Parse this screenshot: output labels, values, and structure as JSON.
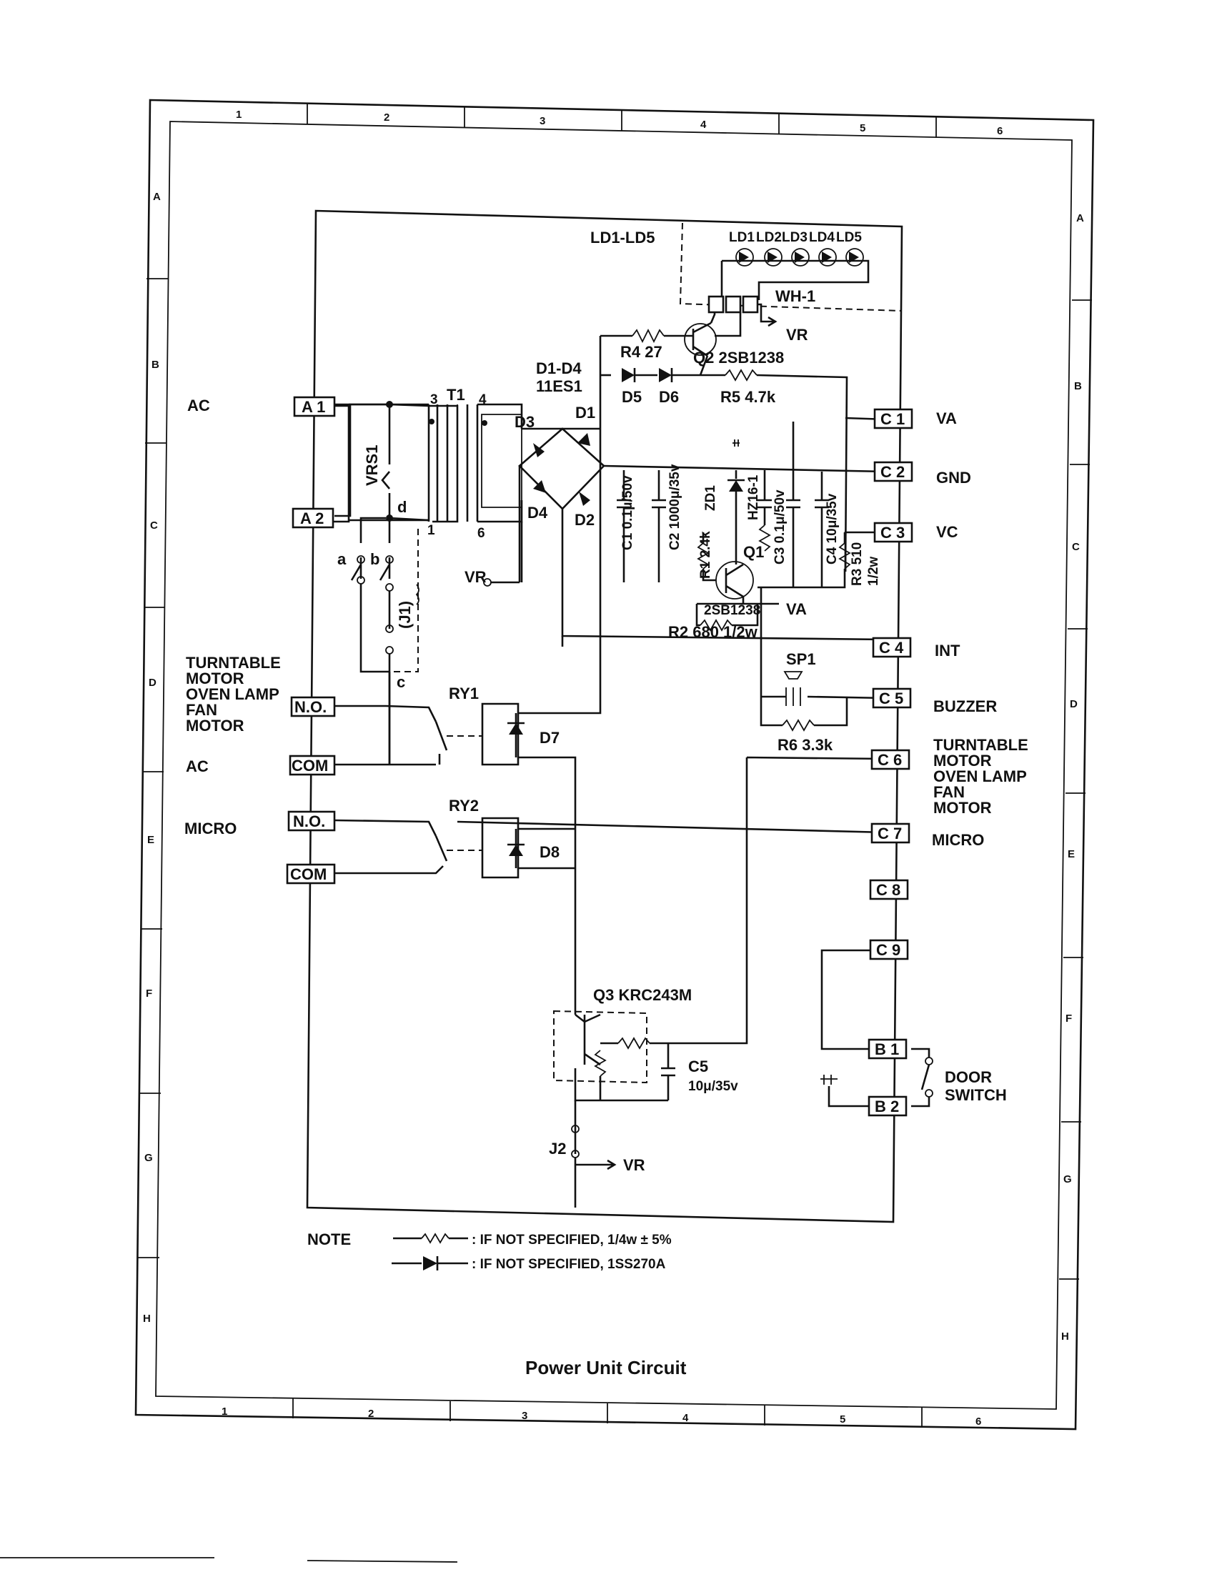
{
  "caption": "Power Unit Circuit",
  "grid": {
    "columns": [
      "1",
      "2",
      "3",
      "4",
      "5",
      "6"
    ],
    "rows": [
      "A",
      "B",
      "C",
      "D",
      "E",
      "F",
      "G",
      "H"
    ]
  },
  "terminals": {
    "a1": "A 1",
    "a2": "A 2",
    "no1": "N.O.",
    "com1": "COM",
    "no2": "N.O.",
    "com2": "COM",
    "c1": "C 1",
    "c2": "C 2",
    "c3": "C 3",
    "c4": "C 4",
    "c5": "C 5",
    "c6": "C 6",
    "c7": "C 7",
    "c8": "C 8",
    "c9": "C 9",
    "b1": "B 1",
    "b2": "B 2"
  },
  "left_labels": {
    "ac_top": "AC",
    "turntable": [
      "TURNTABLE",
      "MOTOR",
      "OVEN LAMP",
      "FAN",
      "MOTOR"
    ],
    "ac_bottom": "AC",
    "micro": "MICRO"
  },
  "right_labels": {
    "va": "VA",
    "gnd": "GND",
    "vc": "VC",
    "int": "INT",
    "buzzer": "BUZZER",
    "turntable": [
      "TURNTABLE",
      "MOTOR",
      "OVEN LAMP",
      "FAN",
      "MOTOR"
    ],
    "micro": "MICRO",
    "door_switch": [
      "DOOR",
      "SWITCH"
    ]
  },
  "components": {
    "leds_group": "LD1-LD5",
    "leds": [
      "LD1",
      "LD2",
      "LD3",
      "LD4",
      "LD5"
    ],
    "wh1": "WH-1",
    "vr_1": "VR",
    "vr_2": "VR",
    "vr_3": "VR",
    "va_node": "VA",
    "r4": "R4 27",
    "q2": "Q2 2SB1238",
    "d1d4": "D1-D4",
    "d1d4_part": "11ES1",
    "d5": "D5",
    "d6": "D6",
    "r5": "R5 4.7k",
    "t1": "T1",
    "t1_pin3": "3",
    "t1_pin4": "4",
    "t1_pin1": "1",
    "t1_pin6": "6",
    "d1": "D1",
    "d2": "D2",
    "d3": "D3",
    "d4": "D4",
    "vrs1": "VRS1",
    "node_d": "d",
    "node_a": "a",
    "node_b": "b",
    "node_c": "c",
    "j1": "(J1)",
    "c1": "C1 0.1μ/50v",
    "c2": "C2 1000μ/35v",
    "zd1": "ZD1",
    "hz": "HZ16-1",
    "r1": "R1 2.4k",
    "q1": "Q1",
    "q1_part": "2SB1238",
    "c3": "C3 0.1μ/50v",
    "c4": "C4 10μ/35v",
    "r3": "R3 510",
    "r3_w": "1/2w",
    "r2": "R2 680 1/2w",
    "sp1": "SP1",
    "r6": "R6 3.3k",
    "ry1": "RY1",
    "ry2": "RY2",
    "d7": "D7",
    "d8": "D8",
    "q3": "Q3 KRC243M",
    "c5": "C5",
    "c5_val": "10μ/35v",
    "j2": "J2"
  },
  "note": {
    "label": "NOTE",
    "line1": ": IF NOT SPECIFIED,  1/4w ± 5%",
    "line2": ": IF NOT SPECIFIED,  1SS270A"
  }
}
